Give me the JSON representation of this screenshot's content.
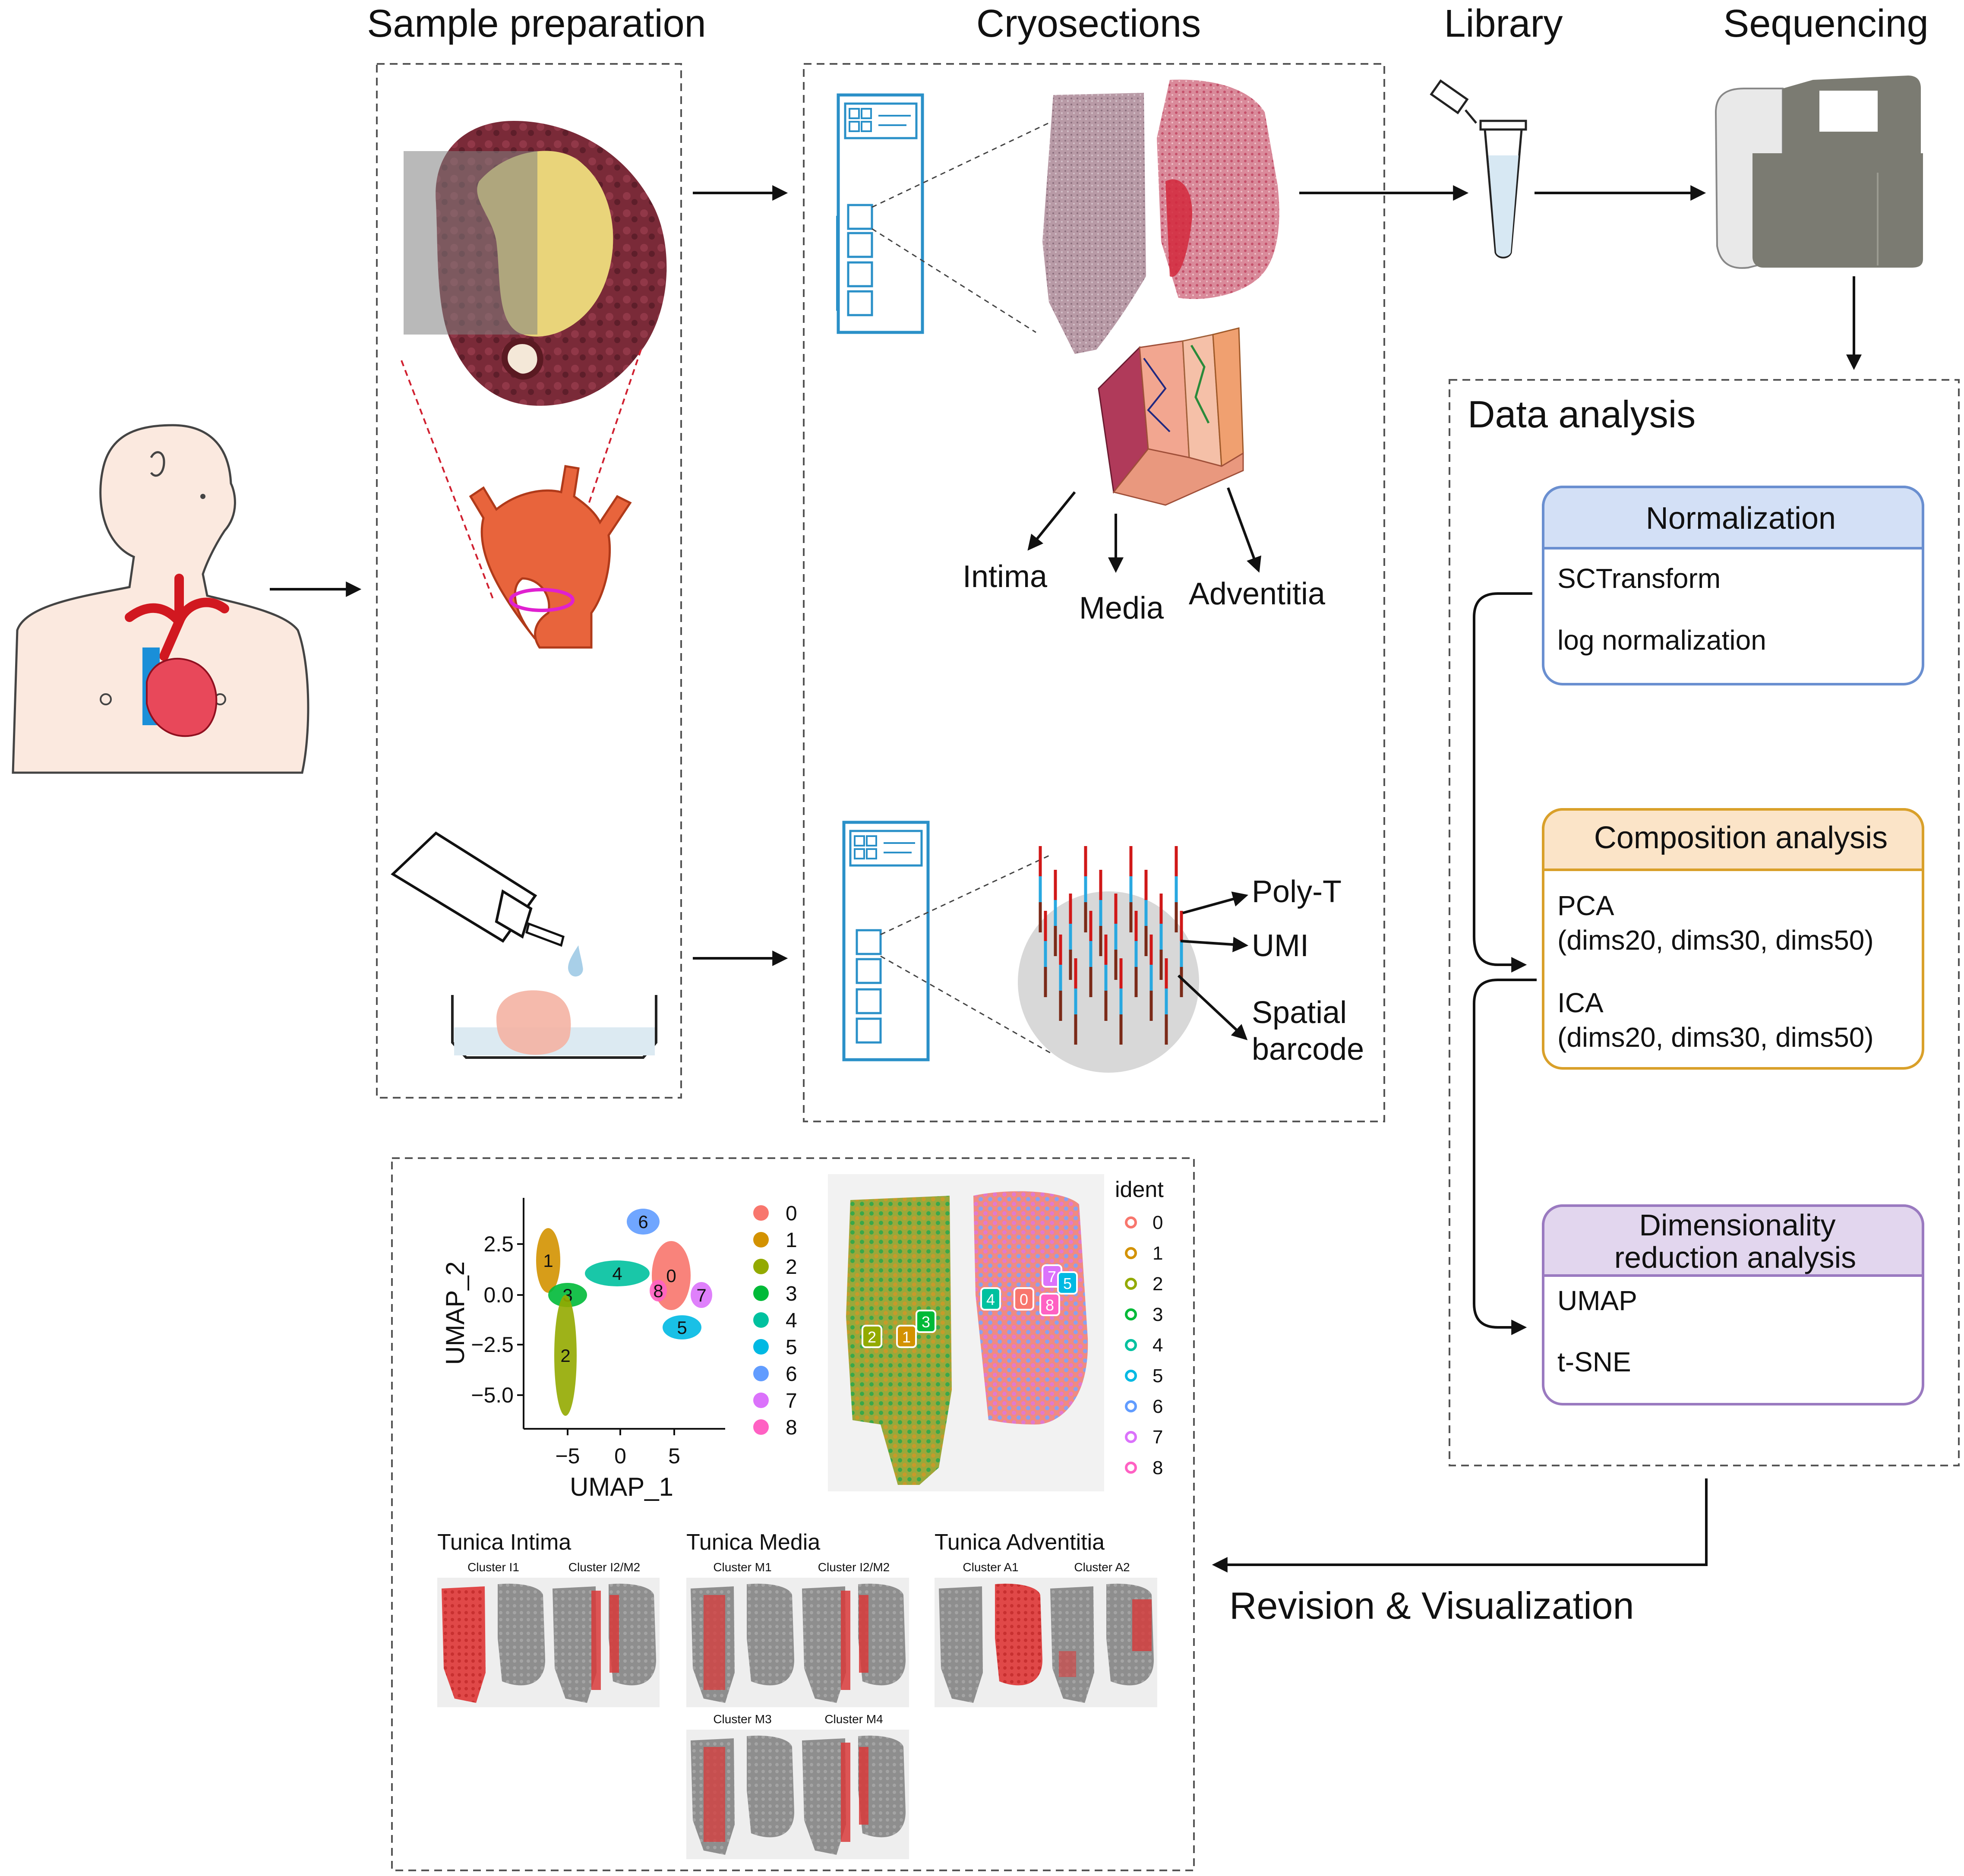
{
  "stages": {
    "sample_preparation": "Sample preparation",
    "cryosections": "Cryosections",
    "library": "Library",
    "sequencing": "Sequencing"
  },
  "layers": {
    "intima": "Intima",
    "media": "Media",
    "adventitia": "Adventitia"
  },
  "probe": {
    "poly_t": "Poly-T",
    "umi": "UMI",
    "spatial_line1": "Spatial",
    "spatial_line2": "barcode"
  },
  "data_analysis": {
    "title": "Data analysis",
    "normalization": {
      "title": "Normalization",
      "items": [
        "SCTransform",
        "log normalization"
      ]
    },
    "composition": {
      "title": "Composition analysis",
      "items": [
        "PCA",
        "(dims20, dims30, dims50)",
        "ICA",
        "(dims20, dims30, dims50)"
      ]
    },
    "dimred": {
      "title_line1": "Dimensionality",
      "title_line2": "reduction analysis",
      "items": [
        "UMAP",
        "t-SNE"
      ]
    }
  },
  "revision_label": "Revision & Visualization",
  "umap": {
    "xlabel": "UMAP_1",
    "ylabel": "UMAP_2",
    "x_ticks": [
      "-5",
      "0",
      "5"
    ],
    "y_ticks": [
      "2.5",
      "0.0",
      "-2.5",
      "-5.0"
    ],
    "legend": [
      "0",
      "1",
      "2",
      "3",
      "4",
      "5",
      "6",
      "7",
      "8"
    ],
    "colors": [
      "#F8766D",
      "#D39200",
      "#93AA00",
      "#00BA38",
      "#00C19F",
      "#00B9E3",
      "#619CFF",
      "#DB72FB",
      "#FF61C3"
    ]
  },
  "spatial": {
    "legend_title": "ident",
    "legend": [
      "0",
      "1",
      "2",
      "3",
      "4",
      "5",
      "6",
      "7",
      "8"
    ]
  },
  "tunica": {
    "intima": {
      "title": "Tunica Intima",
      "clusters": [
        "Cluster I1",
        "Cluster I2/M2"
      ]
    },
    "media": {
      "title": "Tunica Media",
      "clusters": [
        "Cluster M1",
        "Cluster I2/M2",
        "Cluster M3",
        "Cluster M4"
      ]
    },
    "adventitia": {
      "title": "Tunica Adventitia",
      "clusters": [
        "Cluster A1",
        "Cluster A2"
      ]
    }
  }
}
